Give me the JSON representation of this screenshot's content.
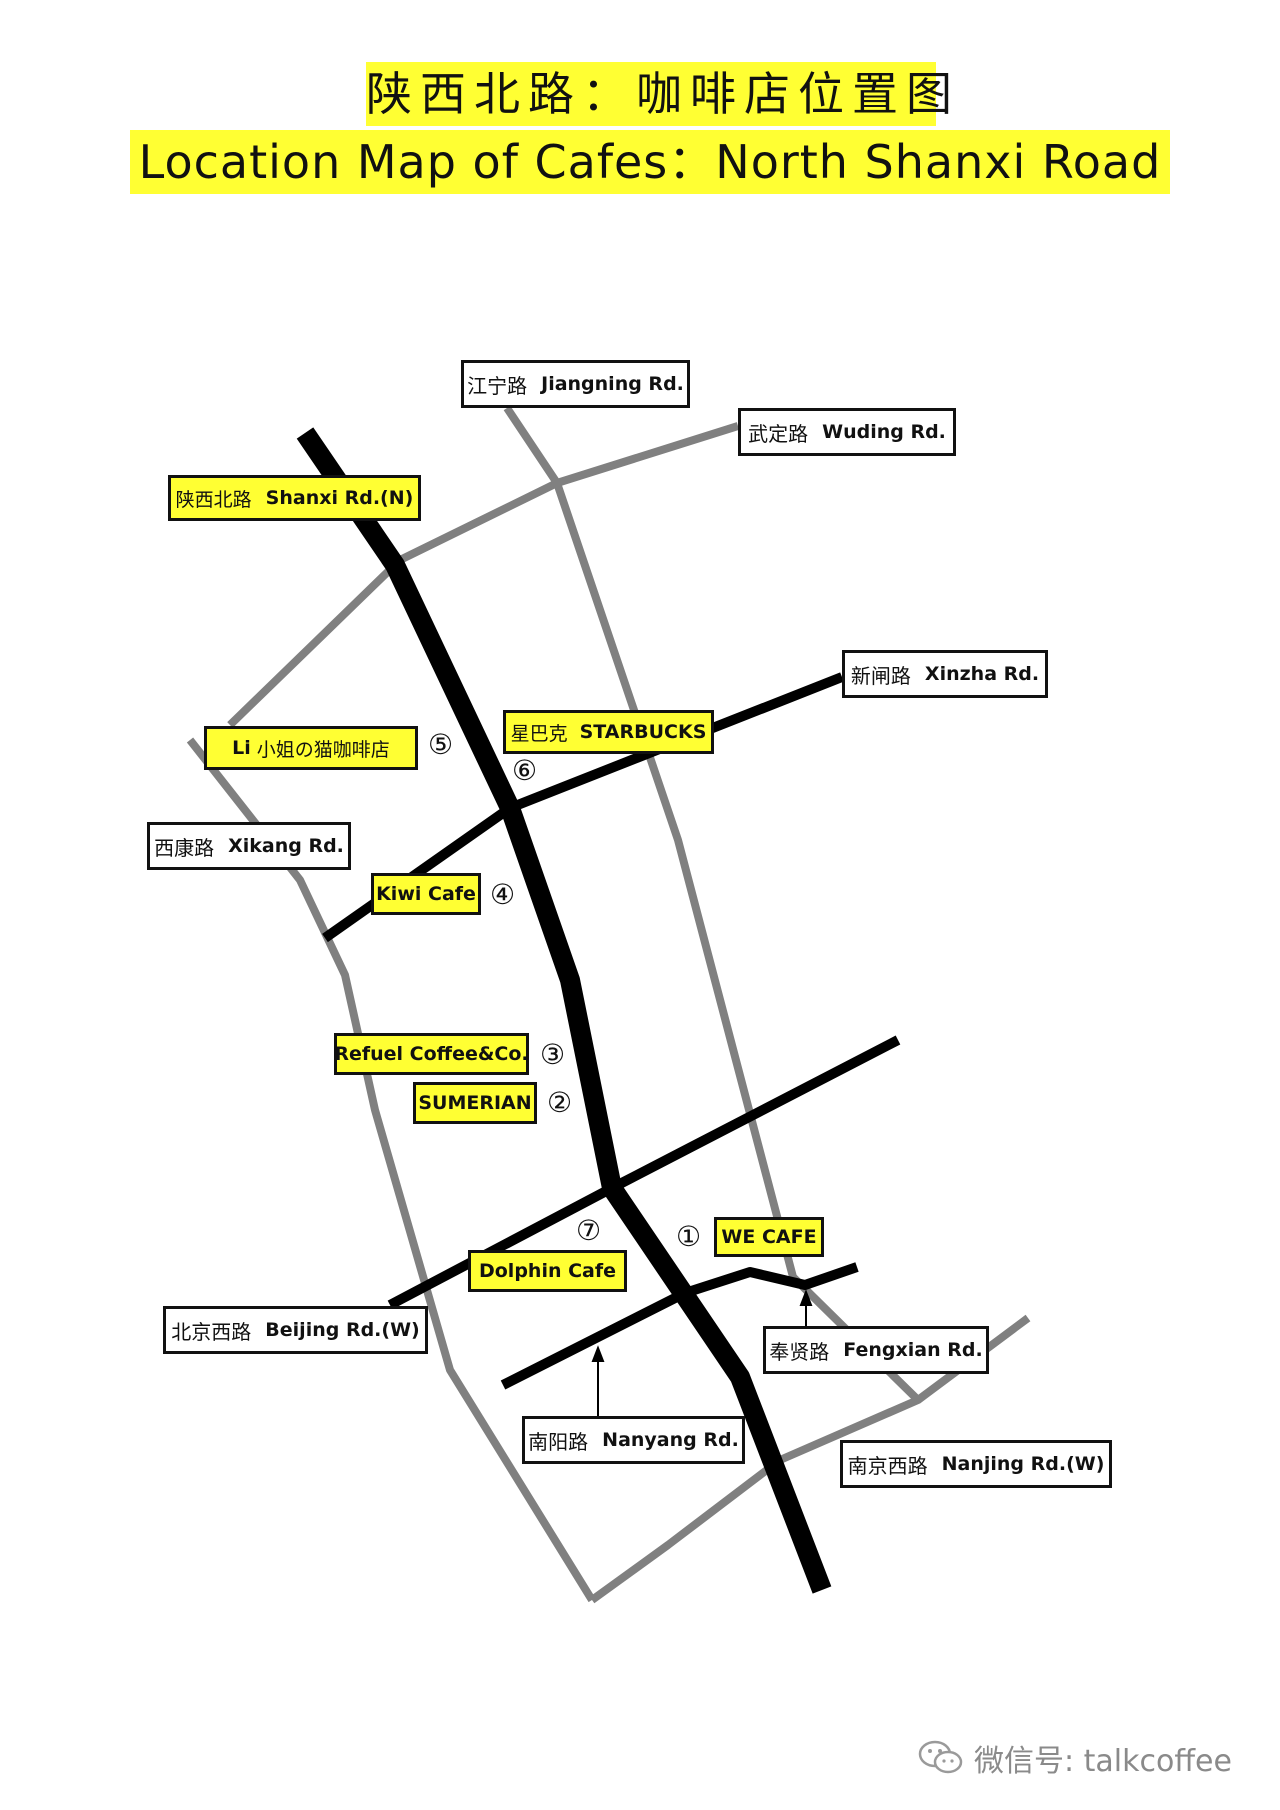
{
  "title": {
    "cn": "陕西北路：咖啡店位置图",
    "en": "Location Map of Cafes：North Shanxi Road"
  },
  "roads": [
    {
      "cn": "江宁路",
      "en": "Jiangning Rd."
    },
    {
      "cn": "武定路",
      "en": "Wuding Rd."
    },
    {
      "cn": "陕西北路",
      "en": "Shanxi Rd.(N)"
    },
    {
      "cn": "新闸路",
      "en": "Xinzha Rd."
    },
    {
      "cn": "西康路",
      "en": "Xikang Rd."
    },
    {
      "cn": "北京西路",
      "en": "Beijing Rd.(W)"
    },
    {
      "cn": "奉贤路",
      "en": "Fengxian Rd."
    },
    {
      "cn": "南阳路",
      "en": "Nanyang Rd."
    },
    {
      "cn": "南京西路",
      "en": "Nanjing Rd.(W)"
    }
  ],
  "cafes": [
    {
      "number": "①",
      "name": "WE CAFE"
    },
    {
      "number": "②",
      "name": "SUMERIAN"
    },
    {
      "number": "③",
      "name": "Refuel Coffee&Co."
    },
    {
      "number": "④",
      "name": "Kiwi Cafe"
    },
    {
      "number": "⑤",
      "name": "Li",
      "name_cn": "小姐の猫咖啡店"
    },
    {
      "number": "⑥",
      "name_cn": "星巴克",
      "name": "STARBUCKS"
    },
    {
      "number": "⑦",
      "name": "Dolphin Cafe"
    }
  ],
  "watermark": "微信号: talkcoffee",
  "colors": {
    "highlight": "#ffff33",
    "main_road": "#000000",
    "secondary_road": "#808080",
    "watermark": "#8a8a8a"
  },
  "icons": {
    "watermark": "wechat-icon"
  }
}
